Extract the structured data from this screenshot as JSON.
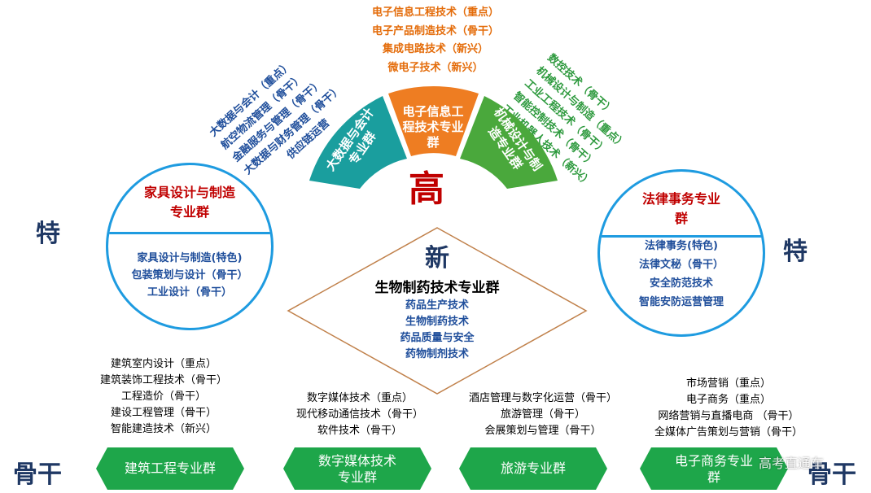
{
  "side_labels": {
    "left_top": "特",
    "right_top": "特",
    "left_bottom": "骨干",
    "right_bottom": "骨干"
  },
  "center": {
    "high": "高",
    "new": "新"
  },
  "fan": {
    "left": "大数据与会计专业群",
    "middle_lines": [
      "电子信息工",
      "程技术专业",
      "群"
    ],
    "right": "机械设计与制造专业群"
  },
  "top_list": [
    "电子信息工程技术（重点）",
    "电子产品制造技术（骨干）",
    "集成电路技术（新兴）",
    "微电子技术（新兴）"
  ],
  "left_rot_list": [
    "大数据与会计（重点）",
    "航空物流管理（骨干）",
    "金融服务与管理（骨干）",
    "大数据与财务管理（骨干）",
    "供应链运营"
  ],
  "right_rot_list": [
    "数控技术（骨干）",
    "机械设计与制造（重点）",
    "工业工程技术（骨干）",
    "智能控制技术（骨干）",
    "工业机器人技术（新兴）"
  ],
  "left_circle": {
    "title": "家具设计与制造专业群",
    "items": [
      "家具设计与制造(特色)",
      "包装策划与设计（骨干）",
      "工业设计（骨干）"
    ]
  },
  "right_circle": {
    "title": "法律事务专业群",
    "items": [
      "法律事务(特色)",
      "法律文秘（骨干）",
      "安全防范技术",
      "智能安防运营管理"
    ]
  },
  "diamond": {
    "title": "生物制药技术专业群",
    "items": [
      "药品生产技术",
      "生物制药技术",
      "药品质量与安全",
      "药物制剂技术"
    ]
  },
  "bottom_lists": [
    [
      "建筑室内设计（重点）",
      "建筑装饰工程技术（骨干）",
      "工程造价（骨干）",
      "建设工程管理（骨干）",
      "智能建造技术（新兴）"
    ],
    [
      "数字媒体技术（重点）",
      "现代移动通信技术（骨干）",
      "软件技术（骨干）"
    ],
    [
      "酒店管理与数字化运营（骨干）",
      "旅游管理（骨干）",
      "会展策划与管理（骨干）"
    ],
    [
      "市场营销（重点）",
      "电子商务（重点）",
      "网络营销与直播电商 （骨干）",
      "全媒体广告策划与营销（骨干）"
    ]
  ],
  "hexagons": [
    {
      "lines": [
        "建筑工程专业群"
      ]
    },
    {
      "lines": [
        "数字媒体技术",
        "专业群"
      ]
    },
    {
      "lines": [
        "旅游专业群"
      ]
    },
    {
      "lines": [
        "电子商务专业",
        "群"
      ]
    }
  ],
  "watermark": "高考直通车",
  "colors": {
    "blue_circle": "#1e9be0",
    "teal": "#1a9e9e",
    "orange": "#ee7d22",
    "green": "#4aa83c",
    "hex_green": "#1ea64a",
    "red": "#c00000",
    "navy": "#1f3864"
  }
}
